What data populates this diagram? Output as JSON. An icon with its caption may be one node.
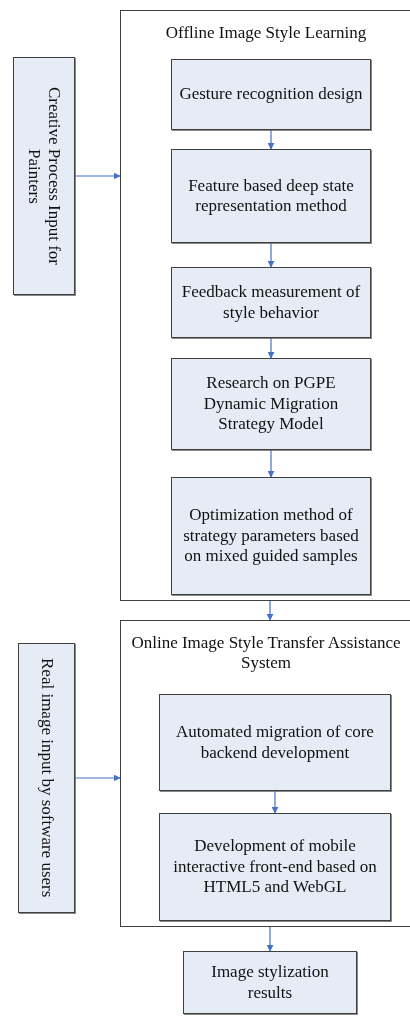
{
  "diagram": {
    "nodes": [
      {
        "text": [
          "Creative Process Input for Painters"
        ]
      },
      {
        "text": [
          "Offline Image Style Learning"
        ]
      },
      {
        "text": [
          "Gesture recognition design"
        ],
        "in": 1
      },
      {
        "text": [
          "Feature based deep state representation method"
        ],
        "in": 1
      },
      {
        "text": [
          "Feedback measurement of style behavior"
        ],
        "in": 1
      },
      {
        "text": [
          "Research on PGPE Dynamic Migration Strategy Model"
        ],
        "in": 1
      },
      {
        "text": [
          "Optimization method of strategy parameters based on mixed guided samples"
        ],
        "in": 1
      },
      {
        "text": [
          "Real image input by software users"
        ]
      },
      {
        "text": [
          "Online Image Style Transfer Assistance System"
        ]
      },
      {
        "text": [
          "Automated migration of core backend development"
        ],
        "in": 8
      },
      {
        "text": [
          "Development of mobile interactive front-end based on HTML5 and WebGL"
        ],
        "in": 8
      },
      {
        "text": [
          "Image stylization results"
        ]
      }
    ],
    "edges": [
      {
        "from": 0,
        "to": 1,
        "arrow": "to"
      },
      {
        "from": 2,
        "to": 3,
        "arrow": "to"
      },
      {
        "from": 3,
        "to": 4,
        "arrow": "to"
      },
      {
        "from": 4,
        "to": 5,
        "arrow": "to"
      },
      {
        "from": 5,
        "to": 6,
        "arrow": "to"
      },
      {
        "from": 1,
        "to": 8,
        "arrow": "to"
      },
      {
        "from": 7,
        "to": 8,
        "arrow": "to"
      },
      {
        "from": 9,
        "to": 10,
        "arrow": "to"
      },
      {
        "from": 8,
        "to": 11,
        "arrow": "to"
      }
    ]
  }
}
